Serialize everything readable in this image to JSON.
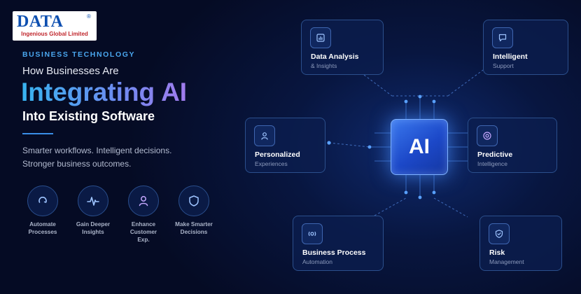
{
  "logo": {
    "word": "DATA",
    "registered": "®",
    "tagline": "Ingenious Global Limited"
  },
  "hero": {
    "eyebrow": "BUSINESS TECHNOLOGY",
    "line1": "How Businesses Are",
    "headline": "Integrating AI",
    "line3": "Into Existing Software",
    "desc1": "Smarter workflows. Intelligent decisions.",
    "desc2": "Stronger business outcomes."
  },
  "features": [
    {
      "label": "Automate\nProcesses",
      "icon": "refresh-arc-icon"
    },
    {
      "label": "Gain Deeper\nInsights",
      "icon": "pulse-icon"
    },
    {
      "label": "Enhance\nCustomer\nExp.",
      "icon": "user-icon"
    },
    {
      "label": "Make Smarter\nDecisions",
      "icon": "shield-icon"
    }
  ],
  "chip": {
    "label": "AI"
  },
  "cards": {
    "data_analysis": {
      "title": "Data Analysis",
      "sub": "& Insights",
      "icon": "bar-chart-icon"
    },
    "intelligent": {
      "title": "Intelligent",
      "sub": "Support",
      "icon": "chat-bubble-icon"
    },
    "personalized": {
      "title": "Personalized",
      "sub": "Experiences",
      "icon": "user-icon"
    },
    "predictive": {
      "title": "Predictive",
      "sub": "Intelligence",
      "icon": "target-icon"
    },
    "business_process": {
      "title": "Business Process",
      "sub": "Automation",
      "icon": "gear-icon"
    },
    "risk": {
      "title": "Risk",
      "sub": "Management",
      "icon": "shield-check-icon"
    }
  },
  "colors": {
    "background": "#050b24",
    "accent_blue": "#37b4f0",
    "accent_purple": "#a17cee",
    "chip_blue": "#2a5fe0",
    "card_border": "#2b4f8c",
    "logo_blue": "#0d4fb0",
    "logo_red": "#c0272d"
  }
}
